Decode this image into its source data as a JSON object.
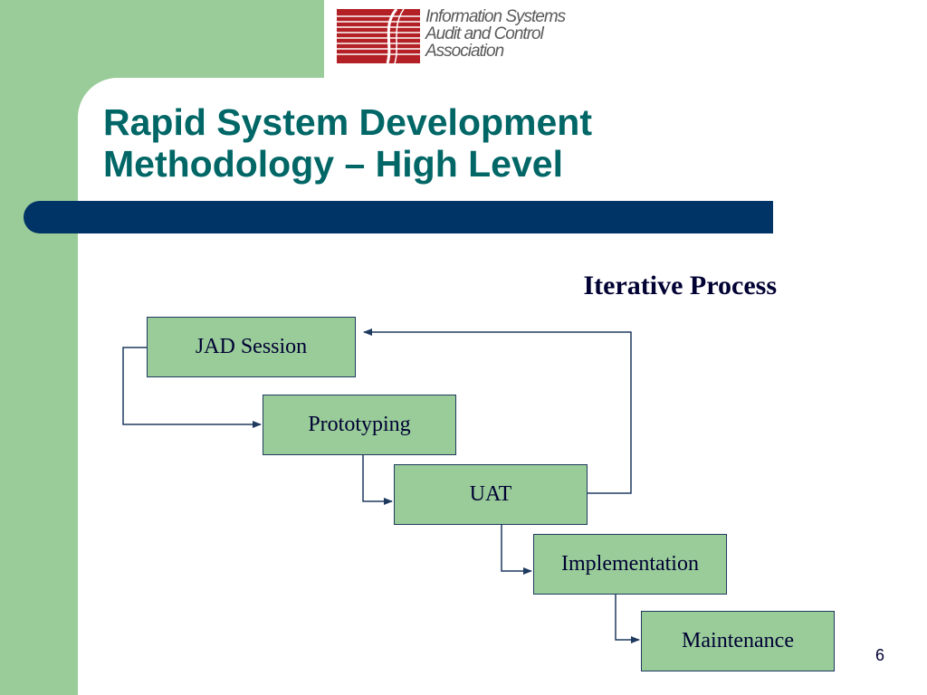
{
  "logo": {
    "org_line1": "Information Systems",
    "org_line2": "Audit and Control",
    "org_line3": "Association"
  },
  "title": {
    "line1": "Rapid System Development",
    "line2": "Methodology – High Level"
  },
  "diagram": {
    "subtitle": "Iterative Process",
    "steps": [
      {
        "label": "JAD Session"
      },
      {
        "label": "Prototyping"
      },
      {
        "label": "UAT"
      },
      {
        "label": "Implementation"
      },
      {
        "label": "Maintenance"
      }
    ]
  },
  "page_number": "6",
  "colors": {
    "background_green": "#99cc99",
    "title_teal": "#006666",
    "rule_navy": "#003366",
    "logo_red": "#b32025"
  }
}
